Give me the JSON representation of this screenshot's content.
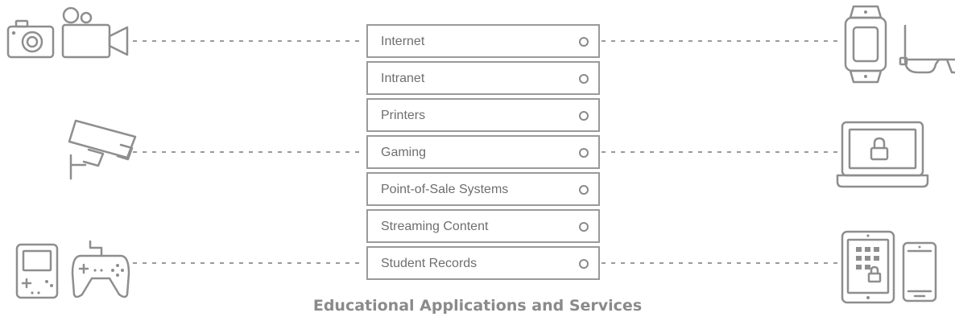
{
  "services": {
    "items": [
      {
        "label": "Internet"
      },
      {
        "label": "Intranet"
      },
      {
        "label": "Printers"
      },
      {
        "label": "Gaming"
      },
      {
        "label": "Point-of-Sale Systems"
      },
      {
        "label": "Streaming Content"
      },
      {
        "label": "Student Records"
      }
    ]
  },
  "caption": "Educational Applications and Services",
  "colors": {
    "line": "#9a9a9a",
    "icon": "#8e8e8e",
    "text": "#6e6e6e",
    "caption": "#8a8a8a"
  },
  "icons": {
    "left": [
      "camera-icon",
      "video-camera-icon",
      "security-camera-icon",
      "handheld-console-icon",
      "gamepad-icon"
    ],
    "right": [
      "smartwatch-icon",
      "smart-glasses-icon",
      "locked-laptop-icon",
      "locked-tablet-icon",
      "smartphone-icon"
    ]
  }
}
